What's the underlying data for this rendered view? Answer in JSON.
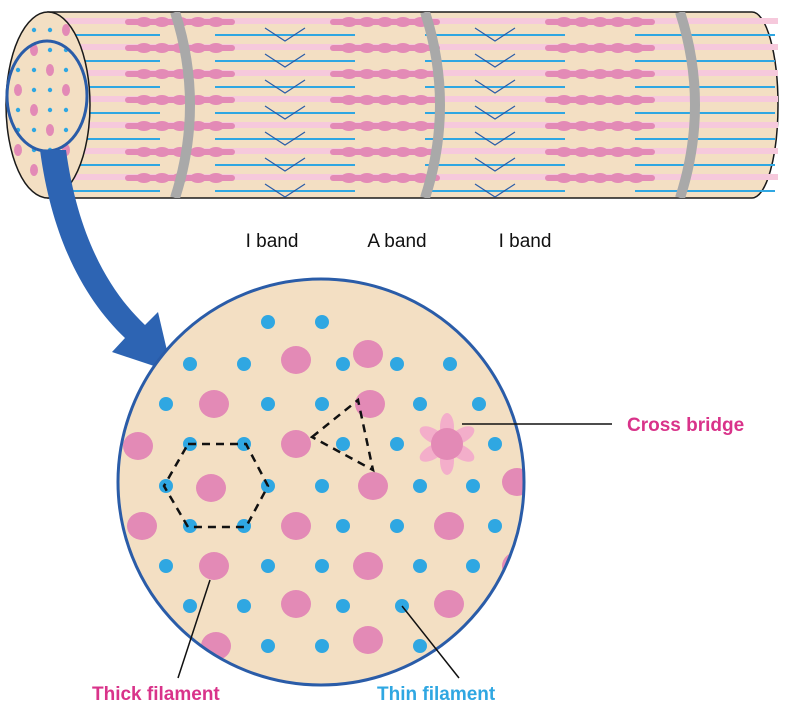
{
  "bands": [
    "I band",
    "A band",
    "I band"
  ],
  "labels": {
    "cross_bridge": "Cross bridge",
    "thick_filament": "Thick filament",
    "thin_filament": "Thin filament"
  },
  "colors": {
    "background_tissue": "#f3dfc3",
    "thick_filament": "#e38ab6",
    "thin_filament": "#2fa7e2",
    "outline": "#2a5ca8",
    "z_disc": "#a9a9a9",
    "arrow": "#2d64b3",
    "cross_bridge_label": "#d9338a",
    "thin_label": "#2fa7e2"
  },
  "icons": [
    "zoom-arrow-icon",
    "cross-bridge-star-icon"
  ]
}
